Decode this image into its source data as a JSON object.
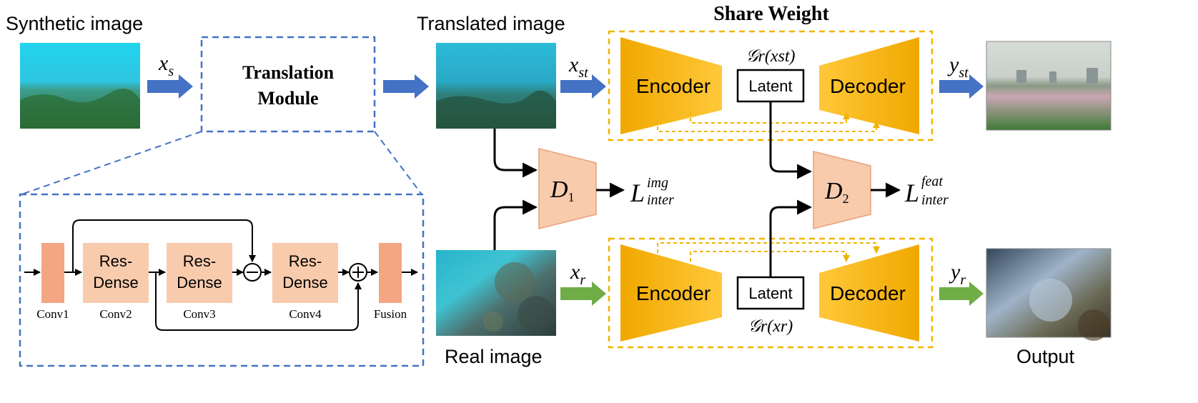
{
  "labels": {
    "synthetic_image": "Synthetic image",
    "translated_image": "Translated image",
    "real_image": "Real image",
    "output": "Output",
    "share_weight": "Share Weight",
    "translation_module_line1": "Translation",
    "translation_module_line2": "Module"
  },
  "math": {
    "xs_base": "x",
    "xs_sub": "s",
    "xst_base": "x",
    "xst_sub": "st",
    "xr_base": "x",
    "xr_sub": "r",
    "yst_base": "y",
    "yst_sub": "st",
    "yr_base": "y",
    "yr_sub": "r",
    "latent_top_label": "𝒢r(xst)",
    "latent_bottom_label": "𝒢r(xr)",
    "d1_base": "D",
    "d1_sub": "1",
    "d2_base": "D",
    "d2_sub": "2",
    "loss1_base": "L",
    "loss1_sup": "img",
    "loss1_sub": "inter",
    "loss2_base": "L",
    "loss2_sup": "feat",
    "loss2_sub": "inter"
  },
  "networks": {
    "top": {
      "encoder": "Encoder",
      "latent": "Latent",
      "decoder": "Decoder"
    },
    "bottom": {
      "encoder": "Encoder",
      "latent": "Latent",
      "decoder": "Decoder"
    }
  },
  "module_blocks": {
    "block1": "Res-",
    "block1b": "Dense",
    "block2": "Res-",
    "block2b": "Dense",
    "block3": "Res-",
    "block3b": "Dense",
    "conv1": "Conv1",
    "conv2": "Conv2",
    "conv3": "Conv3",
    "conv4": "Conv4",
    "fusion": "Fusion"
  },
  "colors": {
    "blue_arrow": "#4472c4",
    "green_arrow": "#70ad47",
    "orange_net": "#f5b320",
    "dashed_gold": "#f0b400",
    "discriminator": "#f8cbad",
    "conv_block": "#f4a582",
    "resdense_block": "#f8cbad",
    "module_border": "#4472c4"
  }
}
